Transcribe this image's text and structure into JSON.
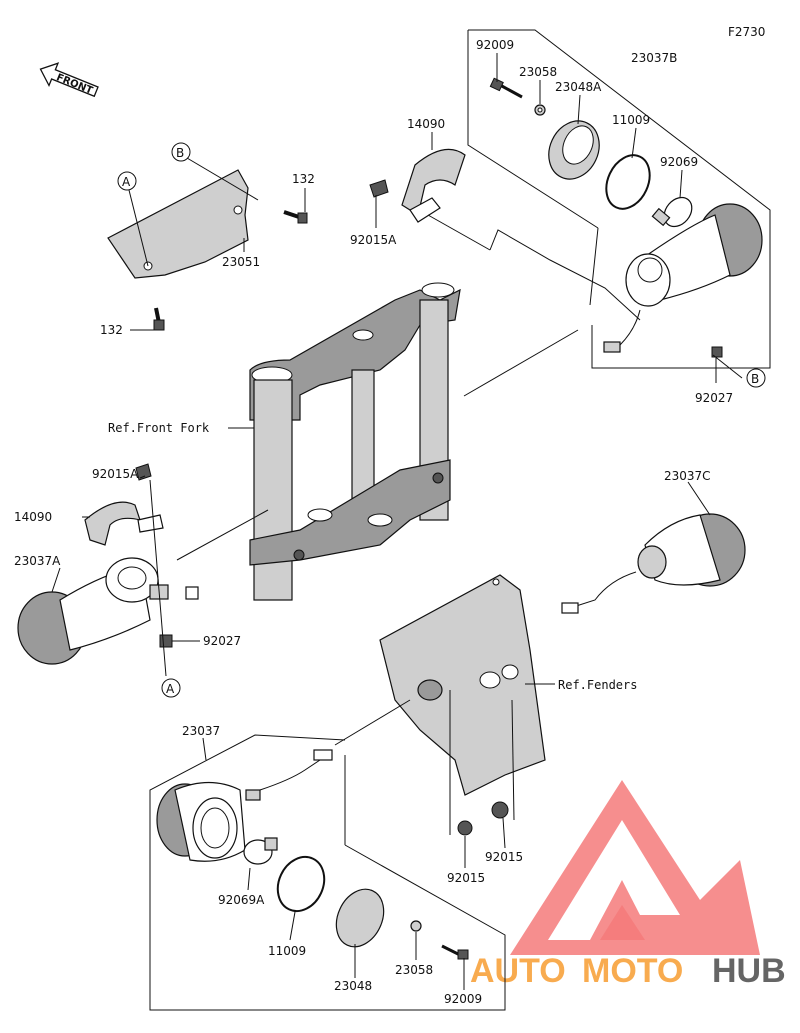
{
  "figure_code": "F2730",
  "front_label": "FRONT",
  "callouts": {
    "a": "A",
    "b": "B"
  },
  "parts": {
    "p92009": "92009",
    "p23058": "23058",
    "p23048A": "23048A",
    "p23037B": "23037B",
    "p14090": "14090",
    "p11009": "11009",
    "p92069": "92069",
    "p92015A": "92015A",
    "p23051": "23051",
    "p132": "132",
    "p92027": "92027",
    "p23037A": "23037A",
    "p23037C": "23037C",
    "p23037": "23037",
    "p92069A": "92069A",
    "p23048": "23048",
    "p92015": "92015"
  },
  "refs": {
    "front_fork": "Ref.Front Fork",
    "fenders": "Ref.Fenders"
  },
  "watermark": {
    "auto": "AUTO",
    "moto": "MOTO",
    "hub": "HUB"
  },
  "colors": {
    "watermark_red": "#f04e4e",
    "watermark_orange": "#f8a23c",
    "watermark_grey": "#555555"
  }
}
